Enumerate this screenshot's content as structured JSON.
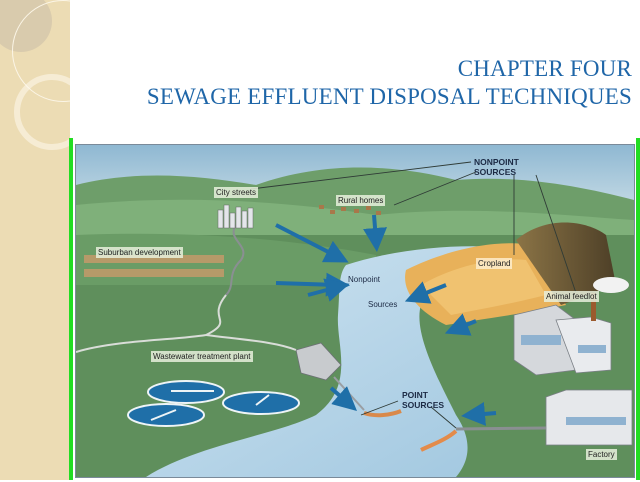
{
  "slide": {
    "title_line1": "CHAPTER  FOUR",
    "title_line2": "SEWAGE EFFLUENT DISPOSAL TECHNIQUES",
    "title_color": "#1f66a8",
    "sidebar_color": "#ecdcb4",
    "frame_accent_color": "#22dd22"
  },
  "diagram": {
    "labels": {
      "nonpoint_sources_header": [
        "NONPOINT",
        "SOURCES"
      ],
      "city_streets": "City streets",
      "rural_homes": "Rural homes",
      "suburban_development": "Suburban development",
      "cropland": "Cropland",
      "nonpoint": "Nonpoint",
      "sources": "Sources",
      "animal_feedlot": "Animal feedlot",
      "wastewater_treatment_plant": "Wastewater treatment plant",
      "point_sources_header": [
        "POINT",
        "SOURCES"
      ],
      "factory": "Factory"
    },
    "colors": {
      "sky": "#a9c9dc",
      "hills_far": "#6e9e6a",
      "grass": "#5f8f5c",
      "river": "#b9d7ea",
      "cropland": "#e8b15a",
      "feedlot": "#6b5a3a",
      "arrow": "#1f6fa8",
      "pond": "#1f6fa8"
    }
  }
}
